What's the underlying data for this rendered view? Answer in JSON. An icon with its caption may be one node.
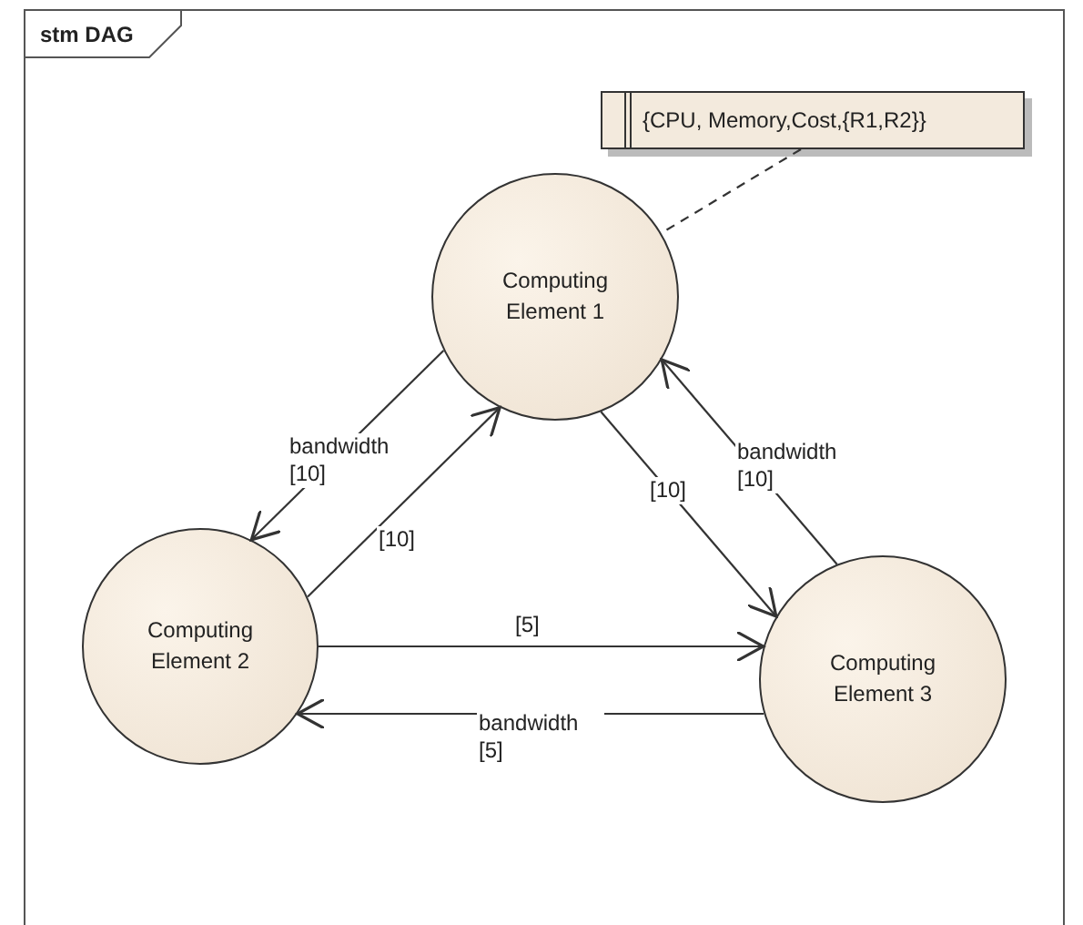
{
  "diagram": {
    "nodes": [
      {
        "text": [
          "stm DAG"
        ]
      },
      {
        "text": [
          "{CPU, Memory,Cost,{R1,R2}}"
        ],
        "in": 0
      },
      {
        "text": [
          "Computing Element 1"
        ],
        "in": 0
      },
      {
        "text": [
          "Computing Element 2"
        ],
        "in": 0
      },
      {
        "text": [
          "Computing Element 3"
        ],
        "in": 0
      }
    ],
    "edges": [
      {
        "from": 2,
        "to": 3,
        "arrow": "to",
        "label": "bandwidth [10]"
      },
      {
        "from": 3,
        "to": 2,
        "arrow": "to",
        "label": "[10]"
      },
      {
        "from": 2,
        "to": 4,
        "arrow": "to",
        "label": "[10]"
      },
      {
        "from": 4,
        "to": 2,
        "arrow": "to",
        "label": "bandwidth [10]"
      },
      {
        "from": 3,
        "to": 4,
        "arrow": "to",
        "label": "[5]"
      },
      {
        "from": 4,
        "to": 3,
        "arrow": "to",
        "label": "bandwidth [5]"
      },
      {
        "from": 1,
        "to": 2,
        "arrow": "none",
        "style": "dashed"
      }
    ]
  }
}
